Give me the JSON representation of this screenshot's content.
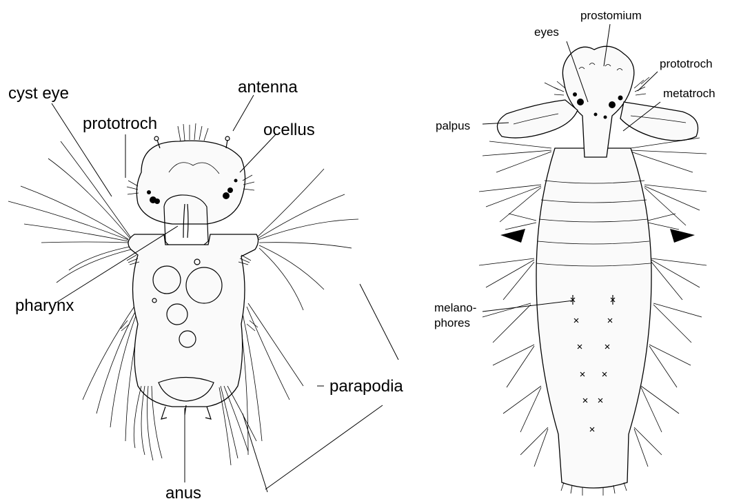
{
  "left_figure": {
    "labels": {
      "cyst_eye": "cyst eye",
      "prototroch": "prototroch",
      "antenna": "antenna",
      "ocellus": "ocellus",
      "pharynx": "pharynx",
      "parapodia": "parapodia",
      "anus": "anus"
    }
  },
  "right_figure": {
    "labels": {
      "prostomium": "prostomium",
      "eyes": "eyes",
      "prototroch": "prototroch",
      "metatroch": "metatroch",
      "palpus": "palpus",
      "melanophores_line1": "melano-",
      "melanophores_line2": "phores"
    },
    "markers": [
      "arrowhead-left",
      "arrowhead-right"
    ]
  }
}
